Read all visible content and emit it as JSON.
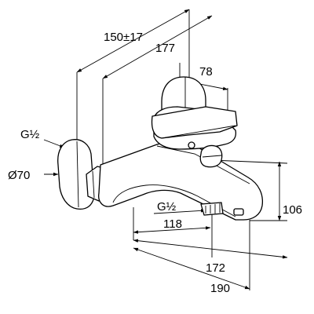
{
  "labels": {
    "thread_wall": "G½",
    "rosette_diameter": "Ø70",
    "thread_outlet": "G½",
    "projection_range": "150±17",
    "total_depth": "177",
    "lever_depth": "78",
    "height": "106",
    "spout_118": "118",
    "spout_172": "172",
    "spout_190": "190"
  },
  "colors": {
    "line": "#000000",
    "background": "#ffffff"
  }
}
